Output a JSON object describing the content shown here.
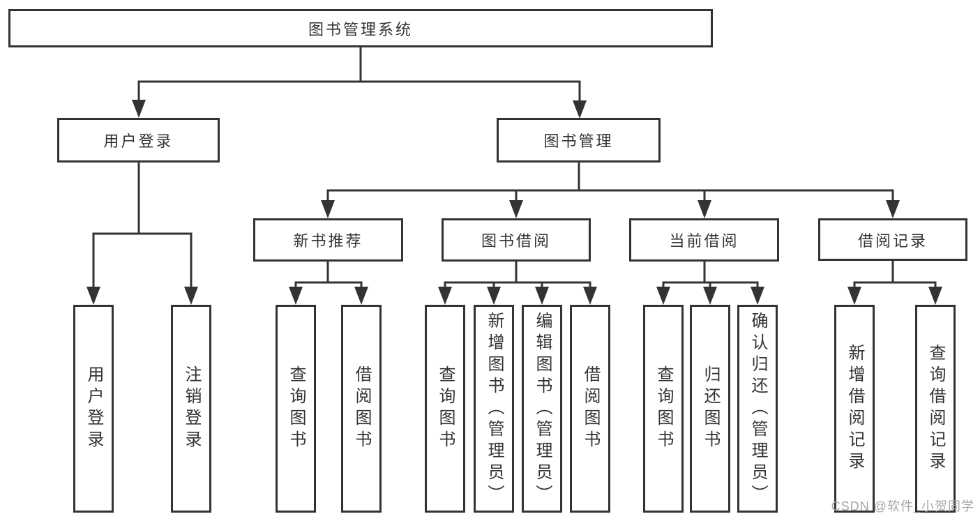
{
  "diagram_title": "图书管理系统",
  "nodes": {
    "root": "图书管理系统",
    "user_login": "用户登录",
    "book_mgmt": "图书管理",
    "new_book_rec": "新书推荐",
    "book_borrow": "图书借阅",
    "current_borrow": "当前借阅",
    "borrow_record": "借阅记录",
    "leaf_user_login": "用户登录",
    "leaf_logout": "注销登录",
    "leaf_query_book_rec": "查询图书",
    "leaf_borrow_book_rec": "借阅图书",
    "leaf_query_book_borrow": "查询图书",
    "leaf_add_book": "新增图书（管理员）",
    "leaf_edit_book": "编辑图书（管理员）",
    "leaf_borrow_book": "借阅图书",
    "leaf_query_book_current": "查询图书",
    "leaf_return_book": "归还图书",
    "leaf_confirm_return": "确认归还（管理员）",
    "leaf_add_record": "新增借阅记录",
    "leaf_query_record": "查询借阅记录"
  },
  "watermark": "CSDN @软件_小贺同学",
  "colors": {
    "line": "#333333",
    "text": "#333333",
    "box_background": "#ffffff",
    "watermark": "#a6a6a6"
  }
}
